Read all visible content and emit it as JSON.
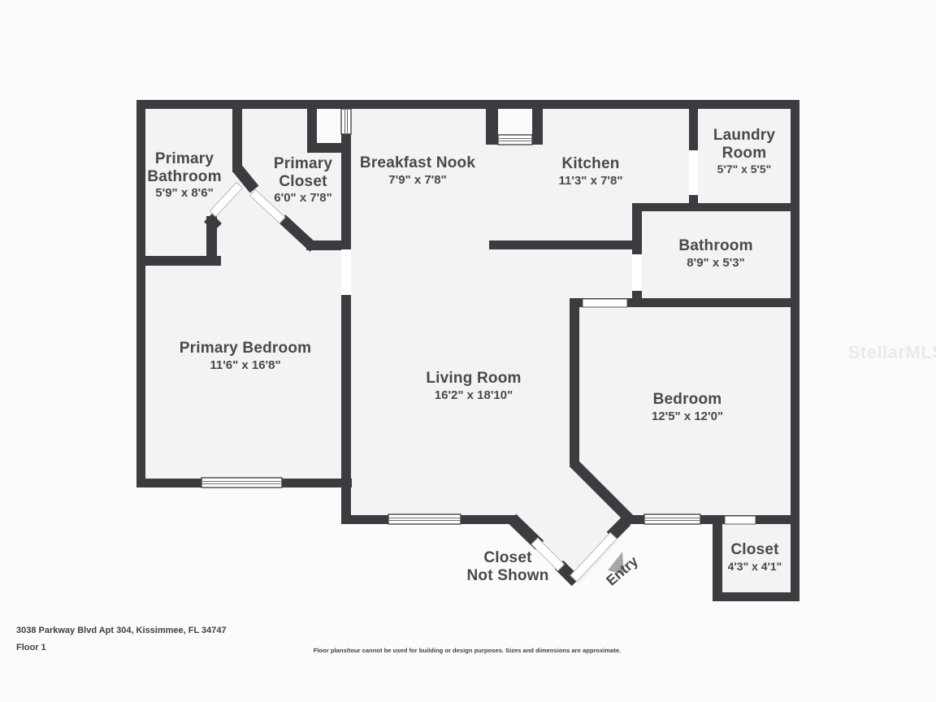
{
  "colors": {
    "wall": "#3b3b40",
    "floor": "#f3f3f4",
    "page_background": "#fbfbfb",
    "label_text": "#48484d",
    "entry_arrow": "#a7a7a7",
    "watermark": "#eaeaea"
  },
  "rooms": [
    {
      "name": "Primary Bathroom",
      "lines": [
        "Primary",
        "Bathroom"
      ],
      "dims": "5'9\" x 8'6\""
    },
    {
      "name": "Primary Closet",
      "lines": [
        "Primary",
        "Closet"
      ],
      "dims": "6'0\" x 7'8\""
    },
    {
      "name": "Breakfast Nook",
      "lines": [
        "Breakfast Nook"
      ],
      "dims": "7'9\" x 7'8\""
    },
    {
      "name": "Kitchen",
      "lines": [
        "Kitchen"
      ],
      "dims": "11'3\" x 7'8\""
    },
    {
      "name": "Laundry Room",
      "lines": [
        "Laundry",
        "Room"
      ],
      "dims": "5'7\" x 5'5\""
    },
    {
      "name": "Bathroom",
      "lines": [
        "Bathroom"
      ],
      "dims": "8'9\" x 5'3\""
    },
    {
      "name": "Primary Bedroom",
      "lines": [
        "Primary Bedroom"
      ],
      "dims": "11'6\" x 16'8\""
    },
    {
      "name": "Living Room",
      "lines": [
        "Living Room"
      ],
      "dims": "16'2\" x 18'10\""
    },
    {
      "name": "Bedroom",
      "lines": [
        "Bedroom"
      ],
      "dims": "12'5\" x 12'0\""
    },
    {
      "name": "Closet",
      "lines": [
        "Closet"
      ],
      "dims": "4'3\" x 4'1\""
    }
  ],
  "notes": {
    "closet_not_shown": [
      "Closet",
      "Not Shown"
    ],
    "entry": "Entry"
  },
  "footer": {
    "address": "3038 Parkway Blvd Apt 304, Kissimmee, FL 34747",
    "floor": "Floor 1",
    "disclaimer": "Floor plans/tour cannot be used for building or design purposes. Sizes and dimensions are approximate."
  },
  "watermark": "StellarMLS"
}
